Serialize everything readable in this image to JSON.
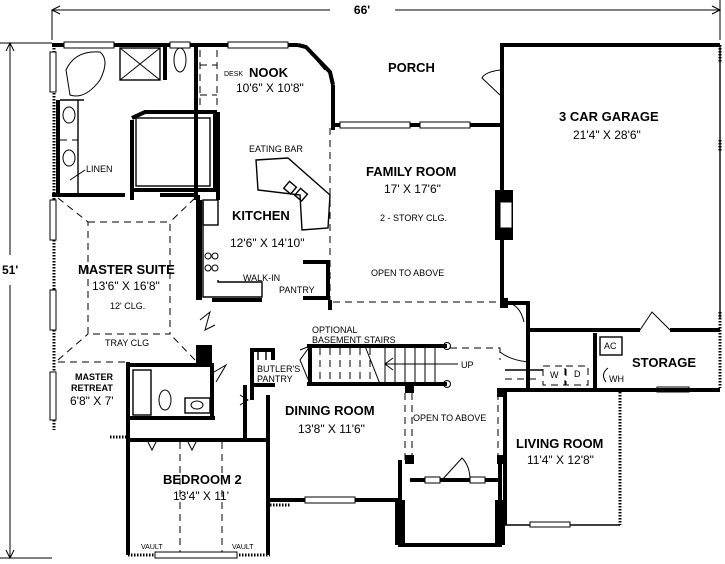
{
  "plan": {
    "overall_width": "66'",
    "overall_depth": "51'"
  },
  "rooms": {
    "nook": {
      "name": "NOOK",
      "size": "10'6\" X 10'8\"",
      "note": "DESK"
    },
    "porch": {
      "name": "PORCH"
    },
    "garage": {
      "name": "3 CAR GARAGE",
      "size": "21'4\" X 28'6\""
    },
    "family_room": {
      "name": "FAMILY ROOM",
      "size": "17' X 17'6\"",
      "note1": "2 - STORY CLG.",
      "note2": "OPEN TO ABOVE"
    },
    "kitchen": {
      "name": "KITCHEN",
      "size": "12'6\" X 14'10\"",
      "eating_bar": "EATING BAR",
      "walk_in": "WALK-IN",
      "pantry": "PANTRY"
    },
    "linen": {
      "name": "LINEN"
    },
    "master_suite": {
      "name": "MASTER SUITE",
      "size": "13'6\" X 16'8\"",
      "note1": "12' CLG.",
      "note2": "TRAY CLG"
    },
    "master_retreat": {
      "name_line1": "MASTER",
      "name_line2": "RETREAT",
      "size": "6'8\" X 7'"
    },
    "basement_stairs": {
      "line1": "OPTIONAL",
      "line2": "BASEMENT STAIRS",
      "up": "UP"
    },
    "butlers_pantry": {
      "line1": "BUTLER'S",
      "line2": "PANTRY"
    },
    "dining_room": {
      "name": "DINING ROOM",
      "size": "13'8\" X 11'6\""
    },
    "foyer": {
      "note": "OPEN TO ABOVE"
    },
    "storage": {
      "name": "STORAGE",
      "ac": "AC",
      "wh": "WH",
      "washer": "W",
      "dryer": "D"
    },
    "living_room": {
      "name": "LIVING ROOM",
      "size": "11'4\" X 12'8\""
    },
    "bedroom2": {
      "name": "BEDROOM 2",
      "size": "13'4\" X 11'",
      "vault_left": "VAULT",
      "vault_right": "VAULT"
    }
  }
}
